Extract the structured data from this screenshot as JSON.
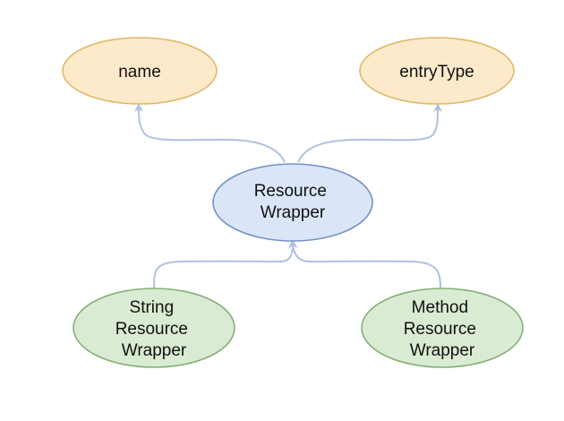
{
  "nodes": {
    "name": {
      "lines": [
        "name"
      ]
    },
    "entry_type": {
      "lines": [
        "entryType"
      ]
    },
    "resource_wrapper": {
      "lines": [
        "Resource",
        "Wrapper"
      ]
    },
    "string_resource_wrapper": {
      "lines": [
        "String",
        "Resource",
        "Wrapper"
      ]
    },
    "method_resource_wrapper": {
      "lines": [
        "Method",
        "Resource",
        "Wrapper"
      ]
    }
  },
  "colors": {
    "orange_fill": "#fdeacb",
    "orange_stroke": "#e0b869",
    "blue_fill": "#dae6f8",
    "blue_stroke": "#7391c4",
    "green_fill": "#d9ebd3",
    "green_stroke": "#86b078",
    "edge": "#aec1de"
  }
}
